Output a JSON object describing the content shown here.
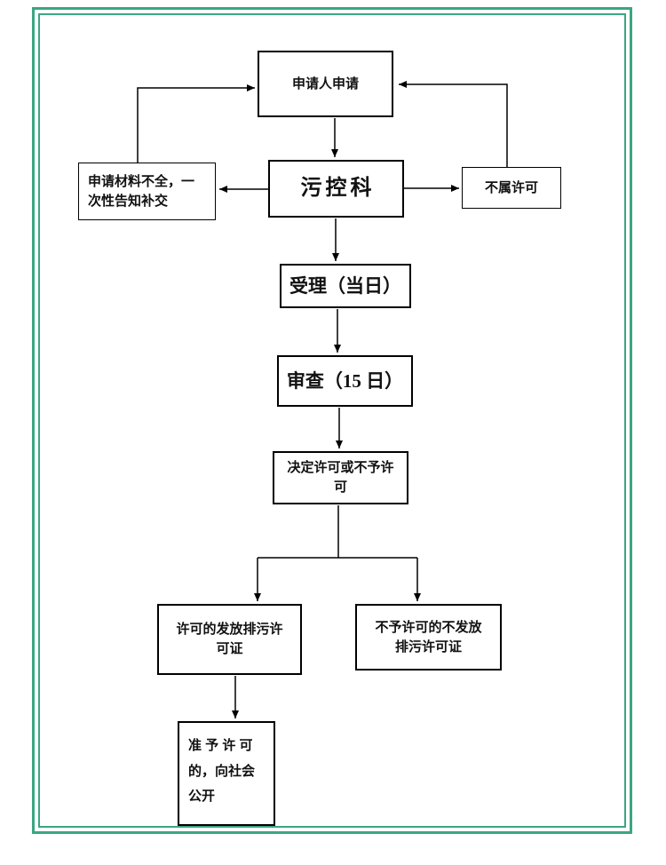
{
  "page": {
    "background": "#ffffff",
    "frame_color": "#3aa682",
    "line_color": "#000000"
  },
  "diagram": {
    "type": "flowchart",
    "nodes": [
      {
        "id": "applicant",
        "label": "申请人申请"
      },
      {
        "id": "incomplete-materials",
        "label": "申请材料不全，一\n次性告知补交"
      },
      {
        "id": "pollution-control-section",
        "label": "污控科"
      },
      {
        "id": "not-a-permit-matter",
        "label": "不属许可"
      },
      {
        "id": "acceptance",
        "label": "受理（当日）"
      },
      {
        "id": "review",
        "label": "审查（15 日）"
      },
      {
        "id": "decision",
        "label": "决定许可或不予许\n可"
      },
      {
        "id": "issue-permit",
        "label": "许可的发放排污许\n可证"
      },
      {
        "id": "no-permit-issued",
        "label": "不予许可的不发放\n排污许可证"
      },
      {
        "id": "publicize",
        "label": "准 予 许 可\n的，向社会\n公开"
      }
    ],
    "edges": [
      {
        "from": "applicant",
        "to": "pollution-control-section"
      },
      {
        "from": "pollution-control-section",
        "to": "incomplete-materials"
      },
      {
        "from": "pollution-control-section",
        "to": "not-a-permit-matter"
      },
      {
        "from": "incomplete-materials",
        "to": "applicant"
      },
      {
        "from": "not-a-permit-matter",
        "to": "applicant"
      },
      {
        "from": "pollution-control-section",
        "to": "acceptance"
      },
      {
        "from": "acceptance",
        "to": "review"
      },
      {
        "from": "review",
        "to": "decision"
      },
      {
        "from": "decision",
        "to": "issue-permit"
      },
      {
        "from": "decision",
        "to": "no-permit-issued"
      },
      {
        "from": "issue-permit",
        "to": "publicize"
      }
    ]
  }
}
